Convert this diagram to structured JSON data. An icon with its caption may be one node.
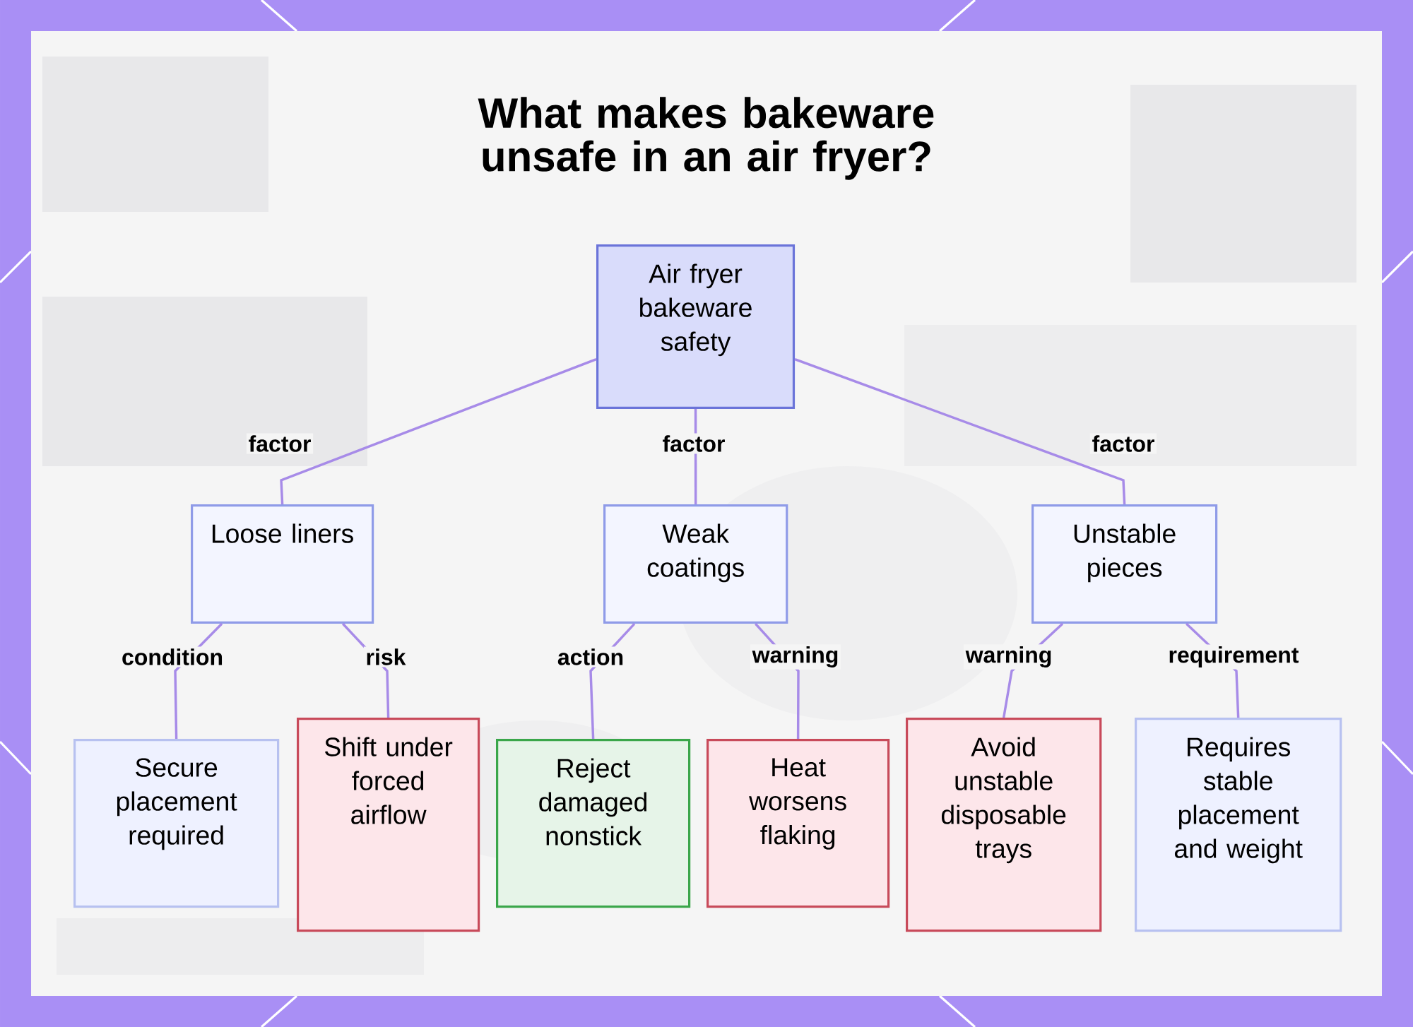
{
  "diagram": {
    "title": "What makes bakeware unsafe in an air fryer?",
    "nodes": [
      {
        "text": [
          "Air fryer bakeware safety"
        ]
      },
      {
        "text": [
          "Loose liners"
        ]
      },
      {
        "text": [
          "Weak coatings"
        ]
      },
      {
        "text": [
          "Unstable pieces"
        ]
      },
      {
        "text": [
          "Secure placement required"
        ]
      },
      {
        "text": [
          "Shift under forced airflow"
        ]
      },
      {
        "text": [
          "Reject damaged nonstick"
        ]
      },
      {
        "text": [
          "Heat worsens flaking"
        ]
      },
      {
        "text": [
          "Avoid unstable disposable trays"
        ]
      },
      {
        "text": [
          "Requires stable placement and weight"
        ]
      }
    ],
    "edges": [
      {
        "from": 0,
        "to": 1,
        "arrow": "none",
        "label": "factor"
      },
      {
        "from": 0,
        "to": 2,
        "arrow": "none",
        "label": "factor"
      },
      {
        "from": 0,
        "to": 3,
        "arrow": "none",
        "label": "factor"
      },
      {
        "from": 1,
        "to": 4,
        "arrow": "none",
        "label": "condition"
      },
      {
        "from": 1,
        "to": 5,
        "arrow": "none",
        "label": "risk"
      },
      {
        "from": 2,
        "to": 6,
        "arrow": "none",
        "label": "action"
      },
      {
        "from": 2,
        "to": 7,
        "arrow": "none",
        "label": "warning"
      },
      {
        "from": 3,
        "to": 8,
        "arrow": "none",
        "label": "warning"
      },
      {
        "from": 3,
        "to": 9,
        "arrow": "none",
        "label": "requirement"
      }
    ]
  }
}
